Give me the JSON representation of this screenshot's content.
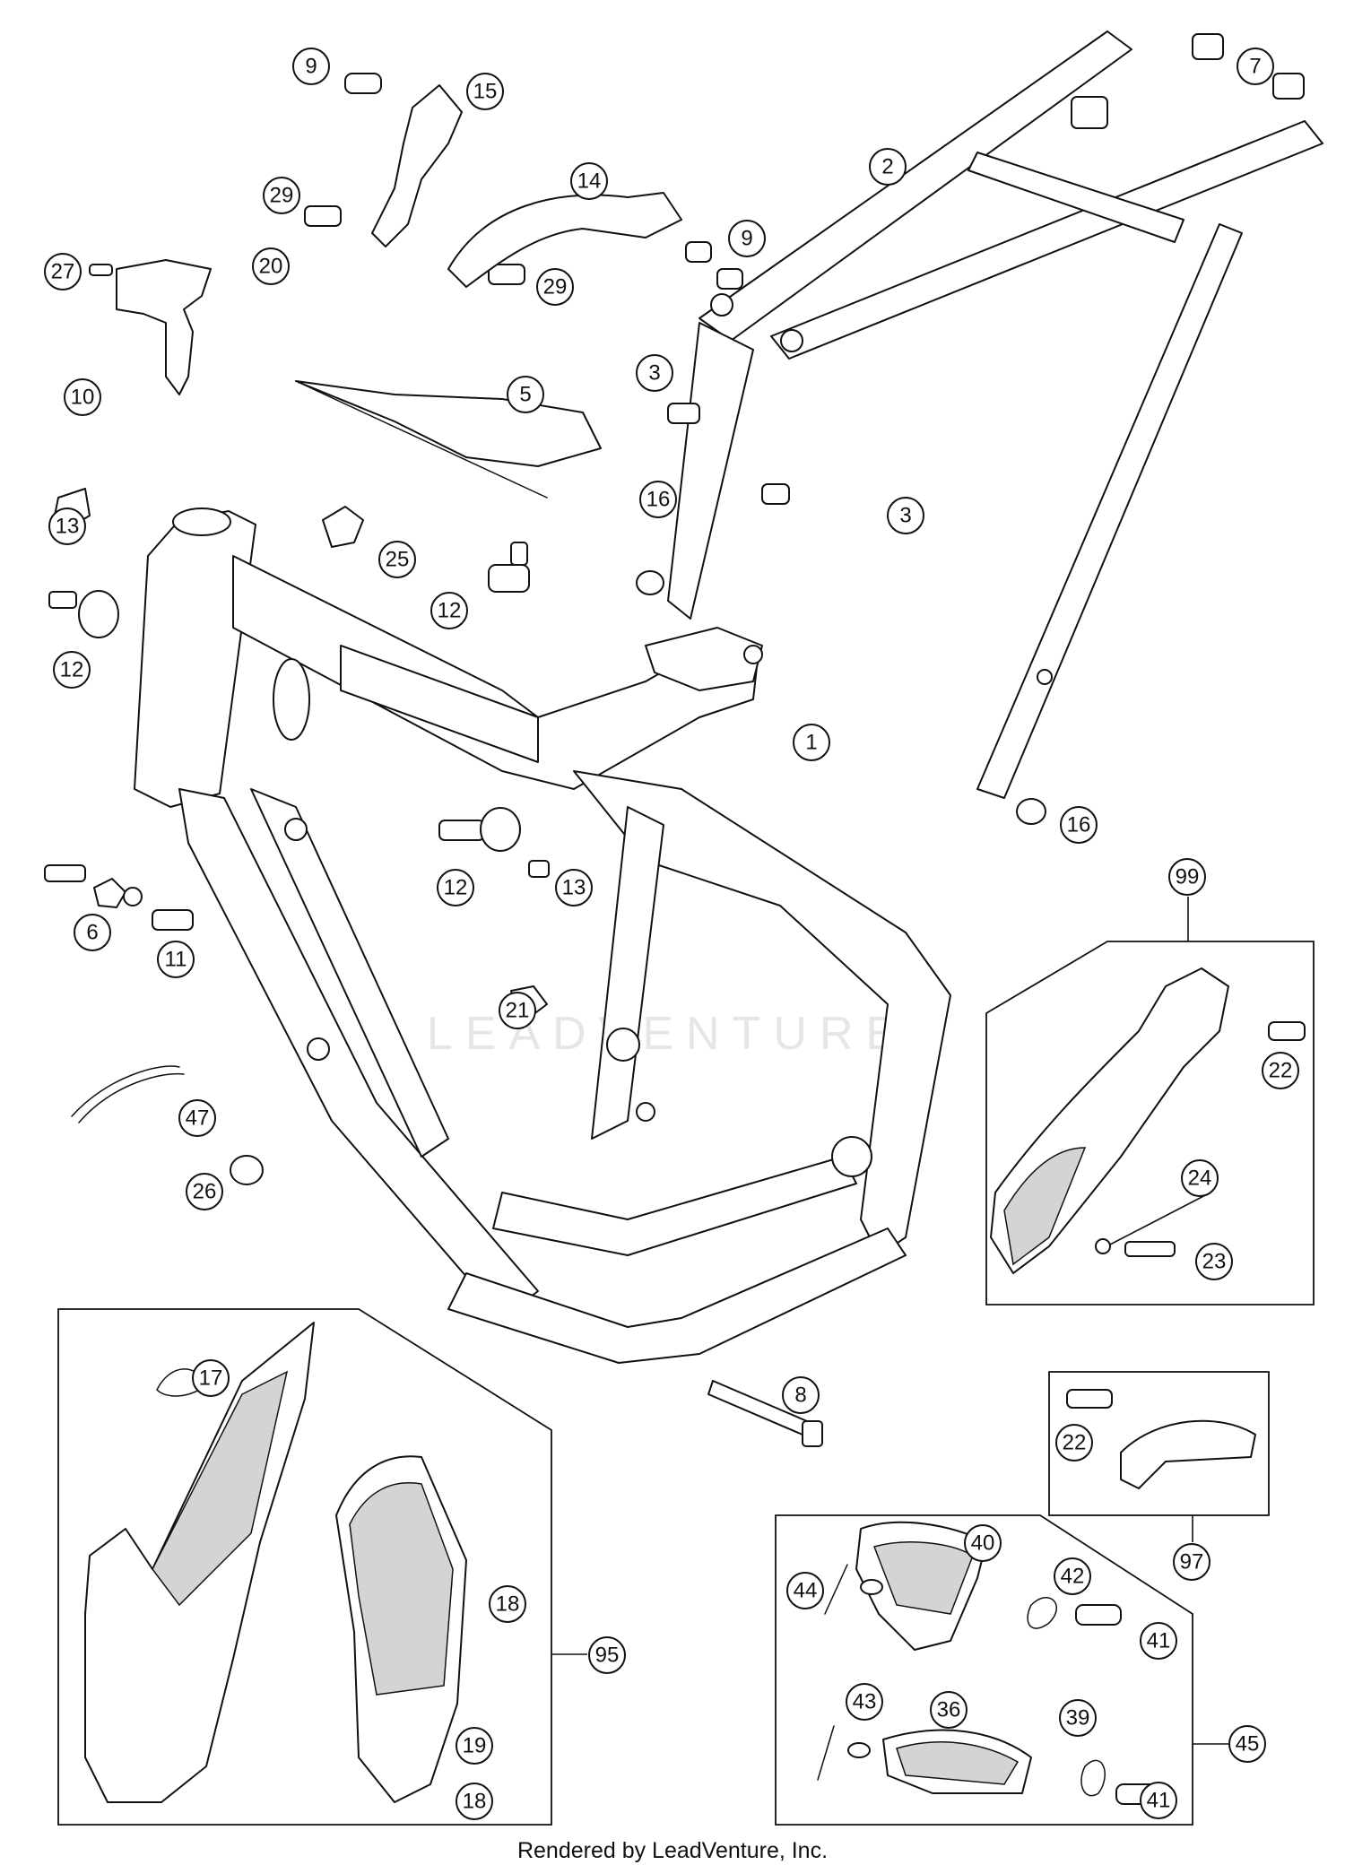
{
  "footer": "Rendered by LeadVenture, Inc.",
  "watermark": "LEADVENTURE",
  "callouts": [
    "1",
    "2",
    "3",
    "3",
    "5",
    "6",
    "7",
    "8",
    "9",
    "9",
    "10",
    "11",
    "12",
    "12",
    "12",
    "13",
    "13",
    "14",
    "15",
    "16",
    "16",
    "17",
    "18",
    "18",
    "19",
    "20",
    "21",
    "22",
    "22",
    "23",
    "24",
    "25",
    "26",
    "27",
    "29",
    "29",
    "36",
    "39",
    "40",
    "41",
    "41",
    "42",
    "43",
    "44",
    "45",
    "47",
    "95",
    "97",
    "99"
  ]
}
